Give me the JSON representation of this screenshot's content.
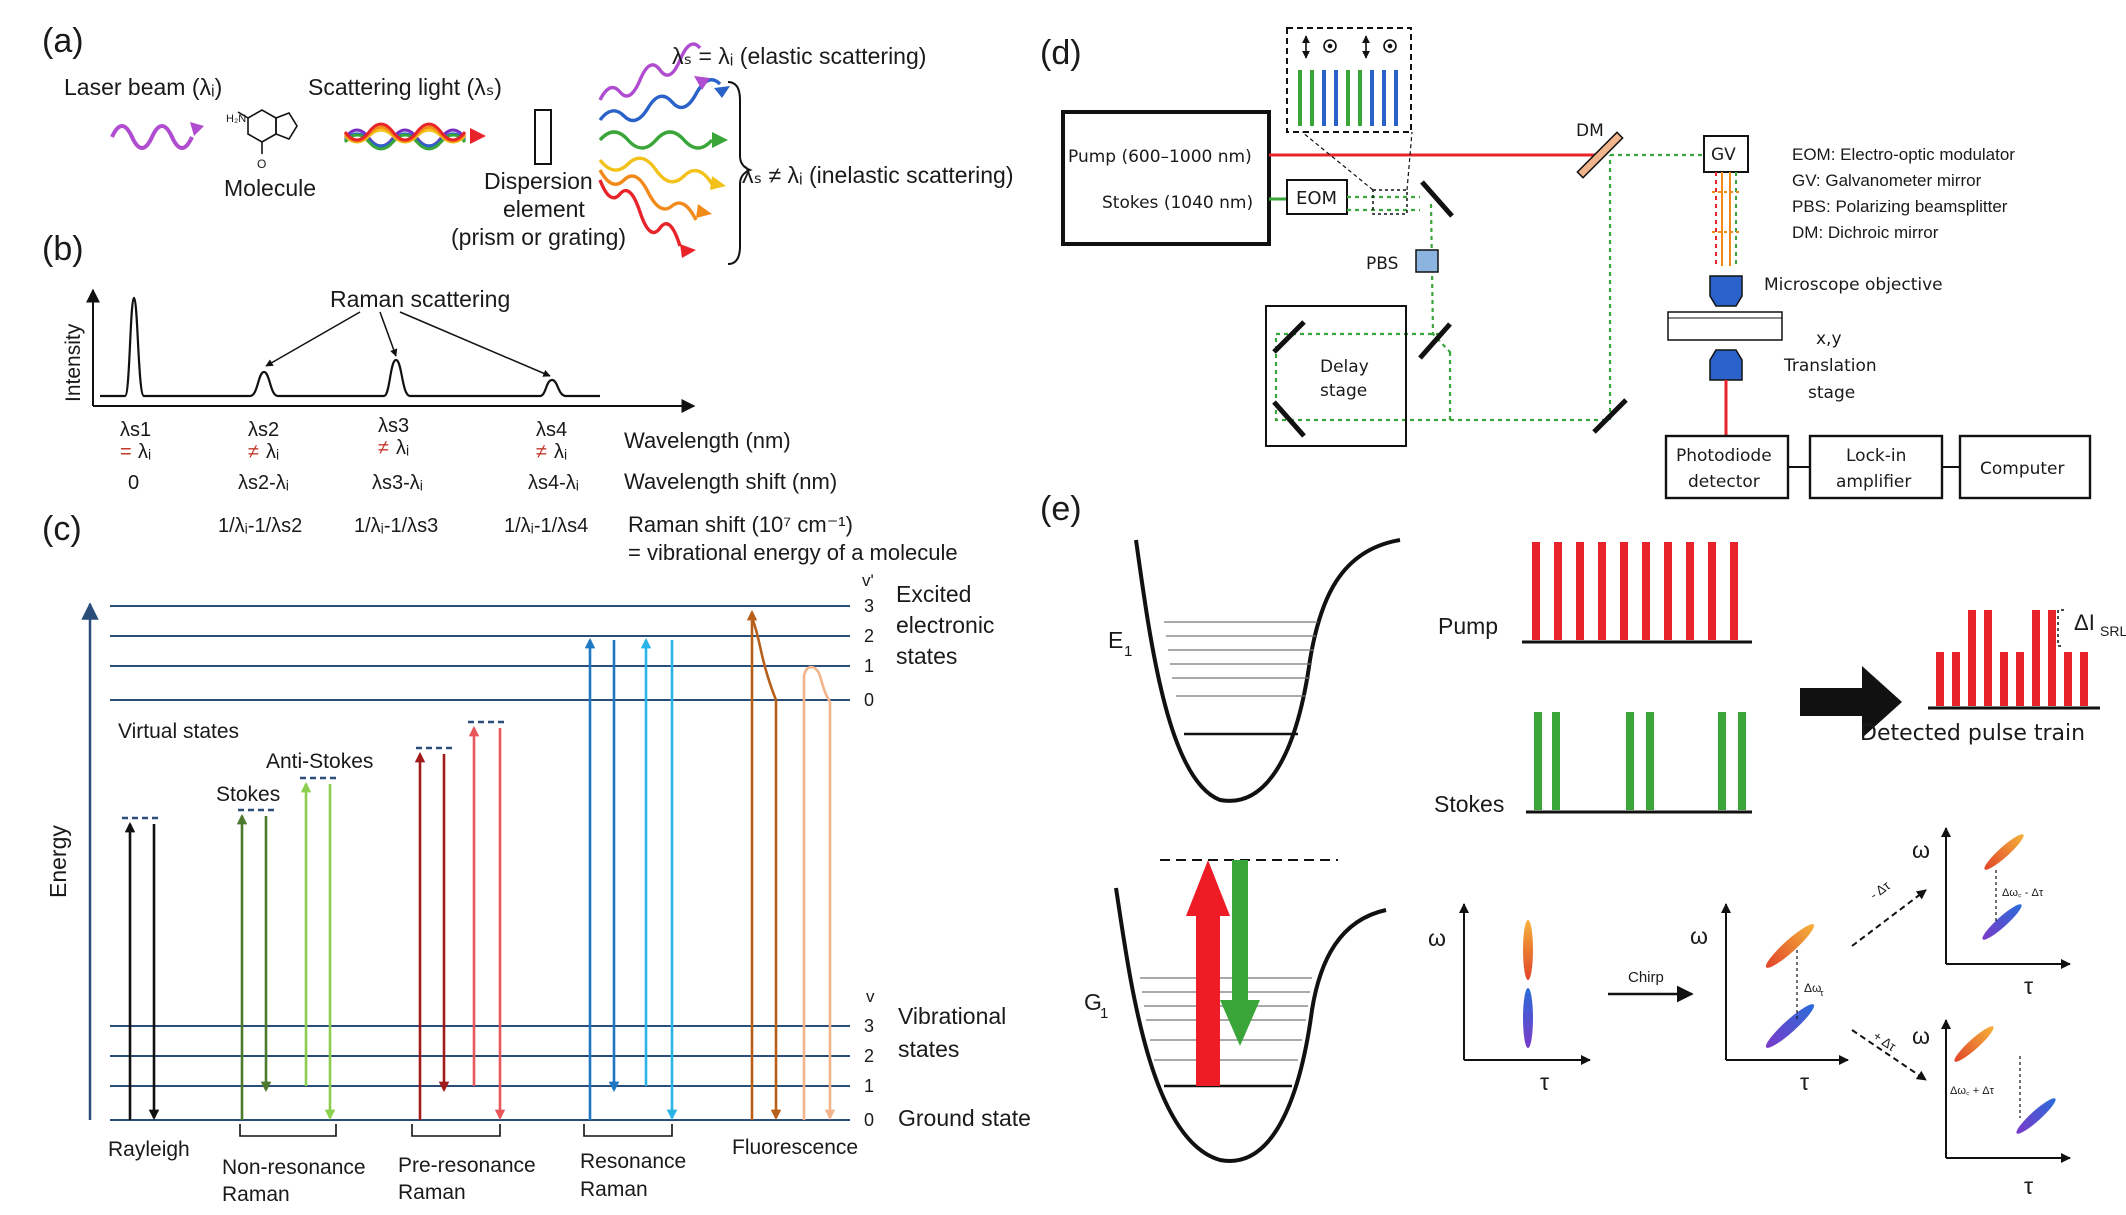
{
  "panels": {
    "a": "(a)",
    "b": "(b)",
    "c": "(c)",
    "d": "(d)",
    "e": "(e)"
  },
  "a": {
    "laser": "Laser beam (λᵢ)",
    "scatter": "Scattering light (λₛ)",
    "molecule": "Molecule",
    "disp1": "Dispersion",
    "disp2": "element",
    "disp3": "(prism or grating)",
    "elastic": "λₛ = λᵢ (elastic scattering)",
    "inelastic": "λₛ ≠ λᵢ (inelastic scattering)",
    "mol_nh2": "H₂N",
    "mol_o": "O"
  },
  "b": {
    "ylabel": "Intensity",
    "raman": "Raman scattering",
    "cols": [
      {
        "top": "λs1",
        "mid_sym": "=",
        "mid_var": "λᵢ",
        "shift": "0",
        "raman": ""
      },
      {
        "top": "λs2",
        "mid_sym": "≠",
        "mid_var": "λᵢ",
        "shift": "λs2-λᵢ",
        "raman": "1/λᵢ-1/λs2"
      },
      {
        "top": "λs3",
        "mid_sym": "≠",
        "mid_var": "λᵢ",
        "shift": "λs3-λᵢ",
        "raman": "1/λᵢ-1/λs3"
      },
      {
        "top": "λs4",
        "mid_sym": "≠",
        "mid_var": "λᵢ",
        "shift": "λs4-λᵢ",
        "raman": "1/λᵢ-1/λs4"
      }
    ],
    "wavelength": "Wavelength (nm)",
    "wshift": "Wavelength shift (nm)",
    "rshift1": "Raman shift (10⁷ cm⁻¹)",
    "rshift2": "= vibrational energy of a molecule"
  },
  "c": {
    "energy": "Energy",
    "virtual": "Virtual states",
    "stokes": "Stokes",
    "antistokes": "Anti-Stokes",
    "excited1": "Excited",
    "excited2": "electronic",
    "excited3": "states",
    "vib1": "Vibrational",
    "vib2": "states",
    "ground": "Ground state",
    "vprime": "v'",
    "v": "v",
    "upper_levels": [
      "3",
      "2",
      "1",
      "0"
    ],
    "lower_levels": [
      "3",
      "2",
      "1",
      "0"
    ],
    "rayleigh": "Rayleigh",
    "nonres1": "Non-resonance",
    "nonres2": "Raman",
    "prer1": "Pre-resonance",
    "prer2": "Raman",
    "res1": "Resonance",
    "res2": "Raman",
    "fluor": "Fluorescence",
    "colors": {
      "level": "#2a4d7a",
      "rayleigh": "#111111",
      "nonres_dark": "#4e7a2f",
      "nonres_light": "#8ccf4f",
      "prer_dark": "#a11b1b",
      "prer_light": "#e8585a",
      "res_dark": "#1f78c1",
      "res_light": "#27b5e8",
      "fl_dark": "#b85f1a",
      "fl_light": "#f2b48a"
    }
  },
  "d": {
    "pump": "Pump (600–1000 nm)",
    "stokes": "Stokes (1040 nm)",
    "eom": "EOM",
    "pbs": "PBS",
    "dm": "DM",
    "gv": "GV",
    "delay1": "Delay",
    "delay2": "stage",
    "legend": [
      "EOM: Electro-optic modulator",
      "GV: Galvanometer mirror",
      "PBS: Polarizing beamsplitter",
      "DM: Dichroic mirror"
    ],
    "objective": "Microscope objective",
    "trans1": "x,y",
    "trans2": "Translation",
    "trans3": "stage",
    "pd1": "Photodiode",
    "pd2": "detector",
    "li1": "Lock-in",
    "li2": "amplifier",
    "computer": "Computer",
    "colors": {
      "pump": "#e8232a",
      "stokes": "#3aa63a",
      "blue": "#2a62c9",
      "box": "#111111"
    }
  },
  "e": {
    "e1": "E",
    "e1sub": "1",
    "g1": "G",
    "g1sub": "1",
    "pump": "Pump",
    "stokes": "Stokes",
    "delta": "ΔI",
    "deltasub": "SRL",
    "detected": "Detected pulse train",
    "omega": "ω",
    "tau": "τ",
    "chirp": "Chirp",
    "minus_tau": "- Δτ",
    "plus_tau": "+ Δτ",
    "dwt": "Δω",
    "dwt_sub": "τ",
    "dw_minus": "Δω꜀ - Δτ",
    "dw_plus": "Δω꜀ + Δτ",
    "colors": {
      "pump": "#e8232a",
      "stokes": "#3aa63a"
    }
  }
}
